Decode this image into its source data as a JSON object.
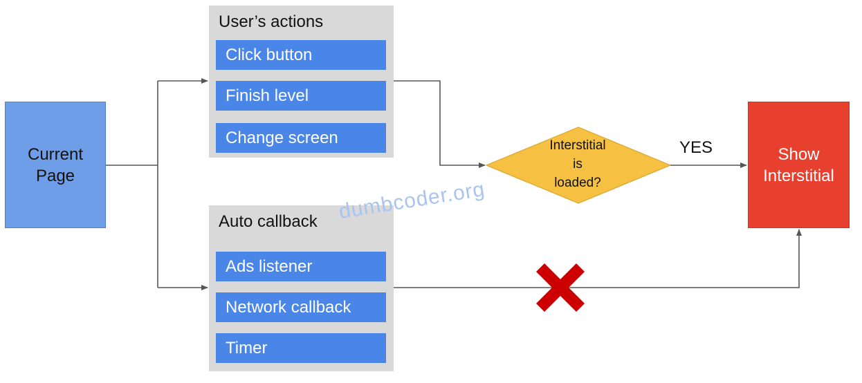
{
  "current_page": {
    "label": "Current\nPage"
  },
  "user_actions": {
    "title": "User’s actions",
    "items": [
      "Click button",
      "Finish level",
      "Change screen"
    ]
  },
  "auto_callback": {
    "title": "Auto callback",
    "items": [
      "Ads listener",
      "Network callback",
      "Timer"
    ]
  },
  "decision": {
    "label": "Interstitial\nis\nloaded?"
  },
  "yes_label": "YES",
  "show_interstitial": {
    "label": "Show\nInterstitial"
  },
  "watermark": "dumbcoder.org",
  "colors": {
    "current_page": "#6f9ee9",
    "item": "#4a86e8",
    "group": "#d9d9d9",
    "decision": "#f6c042",
    "show_interstitial": "#e8402f",
    "cross": "#cc0000"
  }
}
